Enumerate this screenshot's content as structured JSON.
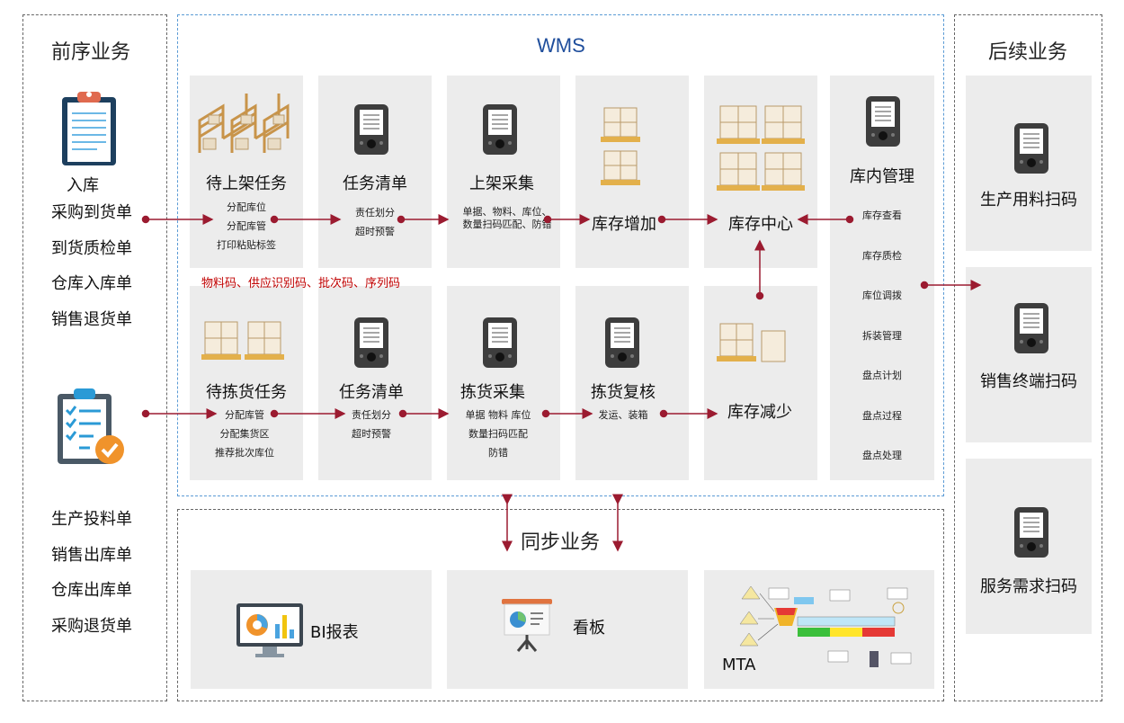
{
  "pre": {
    "title": "前序业务",
    "inbound_title": "入库",
    "inbound_items": [
      "采购到货单",
      "到货质检单",
      "仓库入库单",
      "销售退货单"
    ],
    "outbound_items": [
      "生产投料单",
      "销售出库单",
      "仓库出库单",
      "采购退货单"
    ]
  },
  "post": {
    "title": "后续业务",
    "items": [
      "生产用料扫码",
      "销售终端扫码",
      "服务需求扫码"
    ]
  },
  "wms": {
    "title": "WMS",
    "top": {
      "c1": {
        "title": "待上架任务",
        "lines": [
          "分配库位",
          "分配库管",
          "打印粘贴标签"
        ]
      },
      "c2": {
        "title": "任务清单",
        "lines": [
          "责任划分",
          "超时预警"
        ]
      },
      "c3": {
        "title": "上架采集",
        "lines": [
          "单据、物料、库位、",
          "数量扫码匹配、防错"
        ]
      },
      "c4": {
        "title": "库存增加"
      },
      "c5": {
        "title": "库存中心"
      }
    },
    "codes_note": "物料码、供应识别码、批次码、序列码",
    "bottom": {
      "c1": {
        "title": "待拣货任务",
        "lines": [
          "分配库管",
          "分配集货区",
          "推荐批次库位"
        ]
      },
      "c2": {
        "title": "任务清单",
        "lines": [
          "责任划分",
          "超时预警"
        ]
      },
      "c3": {
        "title": "拣货采集",
        "lines": [
          "单据 物料 库位",
          "数量扫码匹配",
          "防错"
        ]
      },
      "c4": {
        "title": "拣货复核",
        "lines": [
          "发运、装箱"
        ]
      },
      "c5": {
        "title": "库存减少"
      }
    },
    "inventory_mgmt": {
      "title": "库内管理",
      "items": [
        "库存查看",
        "库存质检",
        "库位调拨",
        "拆装管理",
        "盘点计划",
        "盘点过程",
        "盘点处理"
      ]
    }
  },
  "sync": {
    "title": "同步业务",
    "bi": "BI报表",
    "kanban": "看板",
    "mta": "MTA"
  },
  "colors": {
    "arrow": "#9b1b30",
    "wms_border": "#5b9bd5",
    "box": "#ececec",
    "note": "#c00000"
  }
}
